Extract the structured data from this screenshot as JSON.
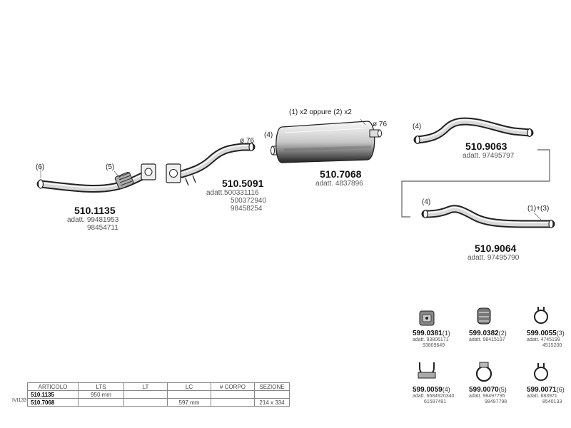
{
  "parts": [
    {
      "code": "510.1135",
      "adatt_prefix": "adatt.",
      "adatt": [
        "99481953",
        "98454711"
      ],
      "callouts": [
        "(6)",
        "(5)"
      ]
    },
    {
      "code": "510.5091",
      "adatt_prefix": "adatt.",
      "adatt": [
        "500331116",
        "500372940",
        "98458254"
      ],
      "callouts": [
        "ø 76"
      ]
    },
    {
      "code": "510.7068",
      "adatt_prefix": "adatt.",
      "adatt": [
        "4837896"
      ],
      "callouts": [
        "(1) x2 oppure (2) x2",
        "(4)",
        "ø 76"
      ]
    },
    {
      "code": "510.9063",
      "adatt_prefix": "adatt.",
      "adatt": [
        "97495797"
      ],
      "callouts": [
        "(4)"
      ]
    },
    {
      "code": "510.9064",
      "adatt_prefix": "adatt.",
      "adatt": [
        "97495790"
      ],
      "callouts": [
        "(4)",
        "(1)+(3)"
      ]
    }
  ],
  "accessories": [
    {
      "code": "599.0381",
      "n": "(1)",
      "adatt": [
        "93806171",
        "93809649"
      ],
      "icon": "rubber-hanger-icon"
    },
    {
      "code": "599.0382",
      "n": "(2)",
      "adatt": [
        "98415197"
      ],
      "icon": "rubber-block-icon"
    },
    {
      "code": "599.0055",
      "n": "(3)",
      "adatt": [
        "4745199",
        "4515200"
      ],
      "icon": "clamp-ring-icon"
    },
    {
      "code": "599.0059",
      "n": "(4)",
      "adatt": [
        "6684920340",
        "61597491"
      ],
      "icon": "u-bolt-clamp-icon"
    },
    {
      "code": "599.0070",
      "n": "(5)",
      "adatt": [
        "98497795",
        "98497798"
      ],
      "icon": "band-clamp-icon"
    },
    {
      "code": "599.0071",
      "n": "(6)",
      "adatt": [
        "683971",
        "8540133"
      ],
      "icon": "ring-clamp-icon"
    }
  ],
  "spec_table": {
    "row_label": "IVI133",
    "headers": [
      "ARTICOLO",
      "LTS",
      "LT",
      "LC",
      "# CORPO",
      "SEZIONE"
    ],
    "rows": [
      [
        "510.1135",
        "950 mm",
        "",
        "",
        "",
        ""
      ],
      [
        "510.7068",
        "",
        "",
        "597 mm",
        "",
        "214 x 334"
      ]
    ]
  }
}
